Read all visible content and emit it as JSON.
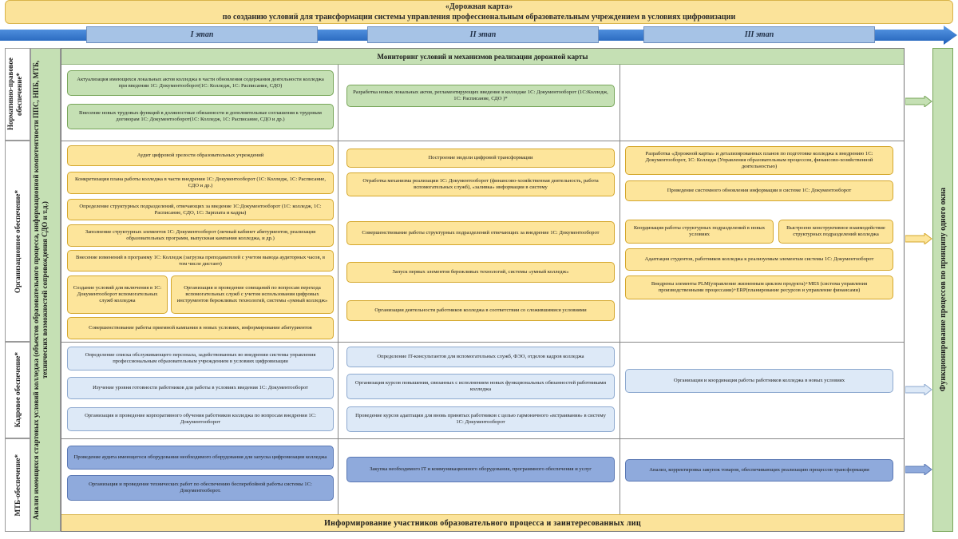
{
  "title": {
    "line1": "«Дорожная карта»",
    "line2": "по созданию условий для трансформации системы управления профессиональным образовательным учреждением в условиях цифровизации"
  },
  "stages": [
    "I этап",
    "II этап",
    "III этап"
  ],
  "left_label": "Анализ имеющихся стартовых условий колледжа (объектов образовательного процесса, информационной компетентности ППС, НПБ, МТБ, технических возможностей сопровождения СДО и т.д.)",
  "right_label": "Функционирование процессов по принципу одного окна",
  "monitoring_header": "Мониторинг условий и механизмов реализации дорожной карты",
  "info_bar": "Информирование участников образовательного процесса и заинтересованных лиц",
  "rows": {
    "normative": {
      "label": "Нормативно-правовое обеспечение*",
      "stage1": [
        "Актуализация имеющихся локальных актов колледжа в части обновления содержания деятельности колледжа при введении 1С: Документооборот(1С: Колледж, 1С: Расписание, СДО)",
        "Внесение новых трудовых функций в должностные обязанности и дополнительные соглашения к трудовым договорам 1С: Документооборот(1С: Колледж, 1С: Расписание, СДО и др.)"
      ],
      "stage2": [
        "Разработка новых локальных актов, регламентирующих введение в колледже 1С: Документооборот (1С:Колледж, 1С: Расписание, СДО )*"
      ]
    },
    "organizational": {
      "label": "Организационное обеспечение*",
      "stage1": [
        "Аудит цифровой зрелости образовательных учреждений",
        "Конкретизация плана работы колледжа в части внедрения 1С: Документооборот (1С: Колледж, 1С: Расписание, СДО и др.)",
        "Определение структурных подразделений, отвечающих за введение 1С:Документооборот (1С: колледж, 1С: Расписание, СДО, 1С: Зарплата и кадры)",
        "Заполнение структурных элементов 1С: Документооборот (личный кабинет абитуриентов, реализация образовательных программ, выпускная кампания колледжа, и др.)",
        "Внесение изменений в программу 1С: Колледж (загрузка преподавателей с учетом вывода аудиторных часов, в том числе дистант)",
        "Создание условий для включения в 1С: Документооборот вспомогательных служб колледжа",
        "Организация и проведение совещаний по вопросам перехода вспомогательных служб с учетом использования цифровых инструментов бережливых технологий, системы «умный колледж»",
        "Совершенствование работы приемной кампании в новых условиях, информирование абитуриентов"
      ],
      "stage2": [
        "Построение модели цифровой трансформации",
        "Отработка механизма реализации 1С: Документооборот (финансово-хозяйственная деятельность, работа вспомогательных служб), «заливка» информации в систему",
        "Совершенствование работы структурных подразделений отвечающих за внедрение 1С: Документооборот",
        "Запуск первых элементов бережливых технологий, системы «умный колледж»",
        "Организация деятельности работников колледжа в соответствии со сложившимися условиями"
      ],
      "stage3": [
        "Разработка «Дорожной карты» и детализированных планов по подготовке колледжа к внедрению 1С: Документооборот, 1С: Колледж (Управления образовательным процессом, финансово-хозяйственной деятельностью)",
        "Проведение системного обновления информации в системе 1С: Документооборот",
        "Координация работы структурных подразделений в новых условиях",
        "Выстроено конструктивное взаимодействие структурных подразделений колледжа",
        "Адаптация студентов, работников колледжа к реализуемым элементам системы 1С: Документооборот",
        "Внедрены элементы PLM(управление жизненным циклом продукта)+MES (система управления производственными процессами)+ERP(планирование ресурсов и управление финансами)"
      ]
    },
    "staff": {
      "label": "Кадровое обеспечение*",
      "stage1": [
        "Определение списка обслуживающего персонала, задействованных во внедрении системы управления профессиональным образовательным учреждением в условиях цифровизации",
        "Изучение уровня готовности работников для работы в условиях введения 1С: Документооборот",
        "Организация и проведение корпоративного обучения работников колледжа по вопросам внедрения 1С: Документооборот"
      ],
      "stage2": [
        "Определение IT-консультантов для вспомогательных служб, ФЭО, отделов кадров колледжа",
        "Организация курсов повышения, связанных с исполнением новых функциональных обязанностей работниками колледжа",
        "Проведение курсов адаптации для вновь принятых работников с целью гармоничного «встраивания» в систему 1С: Документооборот"
      ],
      "stage3": [
        "Организация и координация работы работников колледжа в новых условиях"
      ]
    },
    "mtb": {
      "label": "МТБ-обеспечение*",
      "stage1": [
        "Проведение аудита имеющегося оборудования необходимого оборудования для запуска цифровизации колледжа",
        "Организация и проведение технических работ по обеспечению бесперебойной работы системы 1С: Документооборот."
      ],
      "stage2": [
        "Закупка необходимого IT и коммуникационного оборудования, программного обеспечения и услуг"
      ],
      "stage3": [
        "Анализ, корректировка закупок товаров, обеспечивающих реализацию процессов трансформации"
      ]
    }
  },
  "colors": {
    "green": "#c5e0b4",
    "yellow": "#fde59b",
    "light_blue": "#dde9f7",
    "blue": "#8faadc",
    "arrow_blue": "#2f6fc6"
  }
}
